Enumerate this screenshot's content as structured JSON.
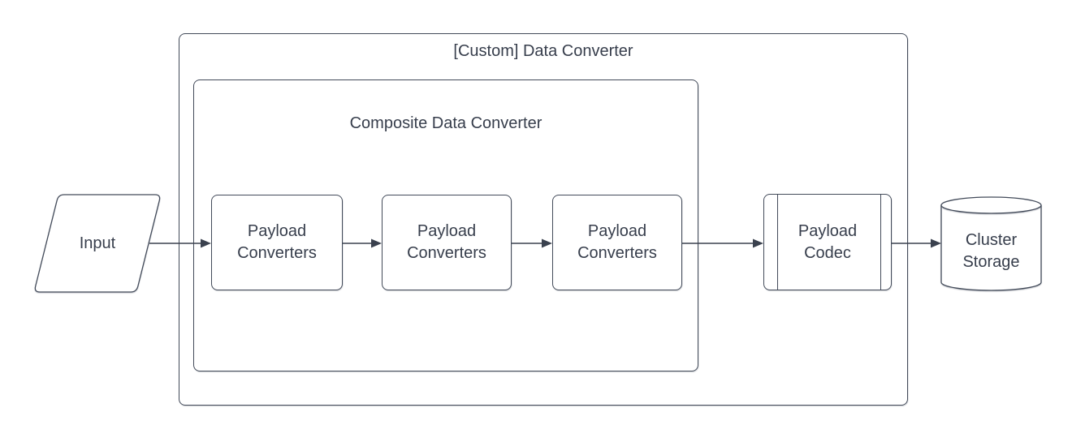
{
  "colors": {
    "background": "#ffffff",
    "shape_stroke": "#434b5a",
    "text": "#373e4c",
    "arrow": "#3a414e"
  },
  "diagram": {
    "outer_container": {
      "label": "[Custom] Data Converter"
    },
    "inner_container": {
      "label": "Composite Data Converter"
    },
    "nodes": {
      "input": {
        "label": "Input",
        "shape": "parallelogram"
      },
      "payload_converters_1": {
        "label": "Payload Converters",
        "shape": "rounded-rectangle"
      },
      "payload_converters_2": {
        "label": "Payload Converters",
        "shape": "rounded-rectangle"
      },
      "payload_converters_3": {
        "label": "Payload Converters",
        "shape": "rounded-rectangle"
      },
      "payload_codec": {
        "label": "Payload Codec",
        "shape": "predefined-process"
      },
      "cluster_storage": {
        "label": "Cluster Storage",
        "shape": "cylinder"
      }
    },
    "edges": [
      {
        "from": "input",
        "to": "payload_converters_1"
      },
      {
        "from": "payload_converters_1",
        "to": "payload_converters_2"
      },
      {
        "from": "payload_converters_2",
        "to": "payload_converters_3"
      },
      {
        "from": "payload_converters_3",
        "to": "payload_codec"
      },
      {
        "from": "payload_codec",
        "to": "cluster_storage"
      }
    ]
  }
}
